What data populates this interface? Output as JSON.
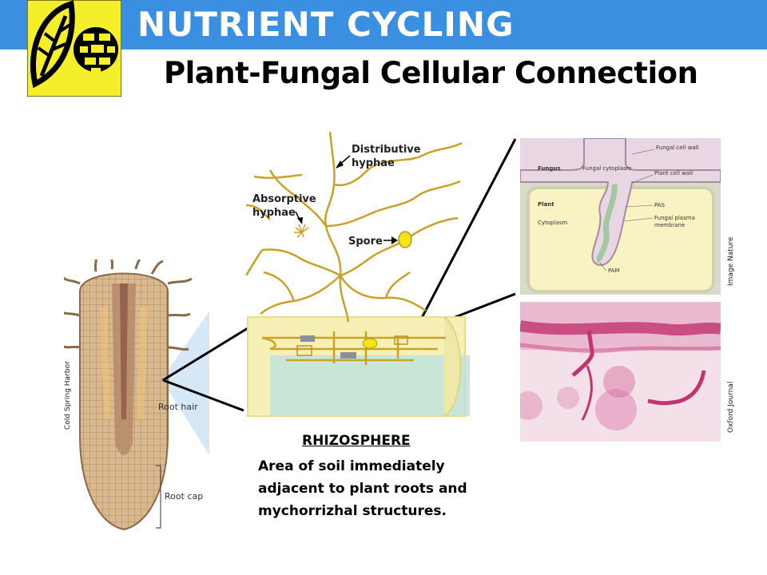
{
  "header": {
    "title": "NUTRIENT CYCLING",
    "subtitle": "Plant-Fungal Cellular Connection"
  },
  "hyphae_diagram": {
    "distributive_label_1": "Distributive",
    "distributive_label_2": "hyphae",
    "absorptive_label_1": "Absorptive",
    "absorptive_label_2": "hyphae",
    "spore_label": "Spore"
  },
  "root_diagram": {
    "root_hair_label": "Root hair",
    "root_cap_label": "Root cap"
  },
  "cell_diagram": {
    "fungal_cell_wall": "Fungal cell wall",
    "fungus": "Fungus",
    "fungal_cytoplasm": "Fungal cytoplasm",
    "plant_cell_wall": "Plant cell wall",
    "plant": "Plant",
    "cytoplasm": "Cytoplasm",
    "pas": "PAS",
    "fungal_plasma_1": "Fungal plasma",
    "fungal_plasma_2": "membrane",
    "pam": "PAM"
  },
  "credits": {
    "left": "Cold Spring Harbor",
    "top_right": "Image Nature",
    "bottom_right": "Oxford Journal"
  },
  "rhizosphere": {
    "title": "RHIZOSPHERE",
    "description": "Area of soil immediately adjacent to plant roots and mychorrizhal structures."
  },
  "colors": {
    "header_bar": "#3b8fe0",
    "logo_bg": "#f5ee2a",
    "hyphae": "#c9a227",
    "stain": "#d43f8a"
  }
}
